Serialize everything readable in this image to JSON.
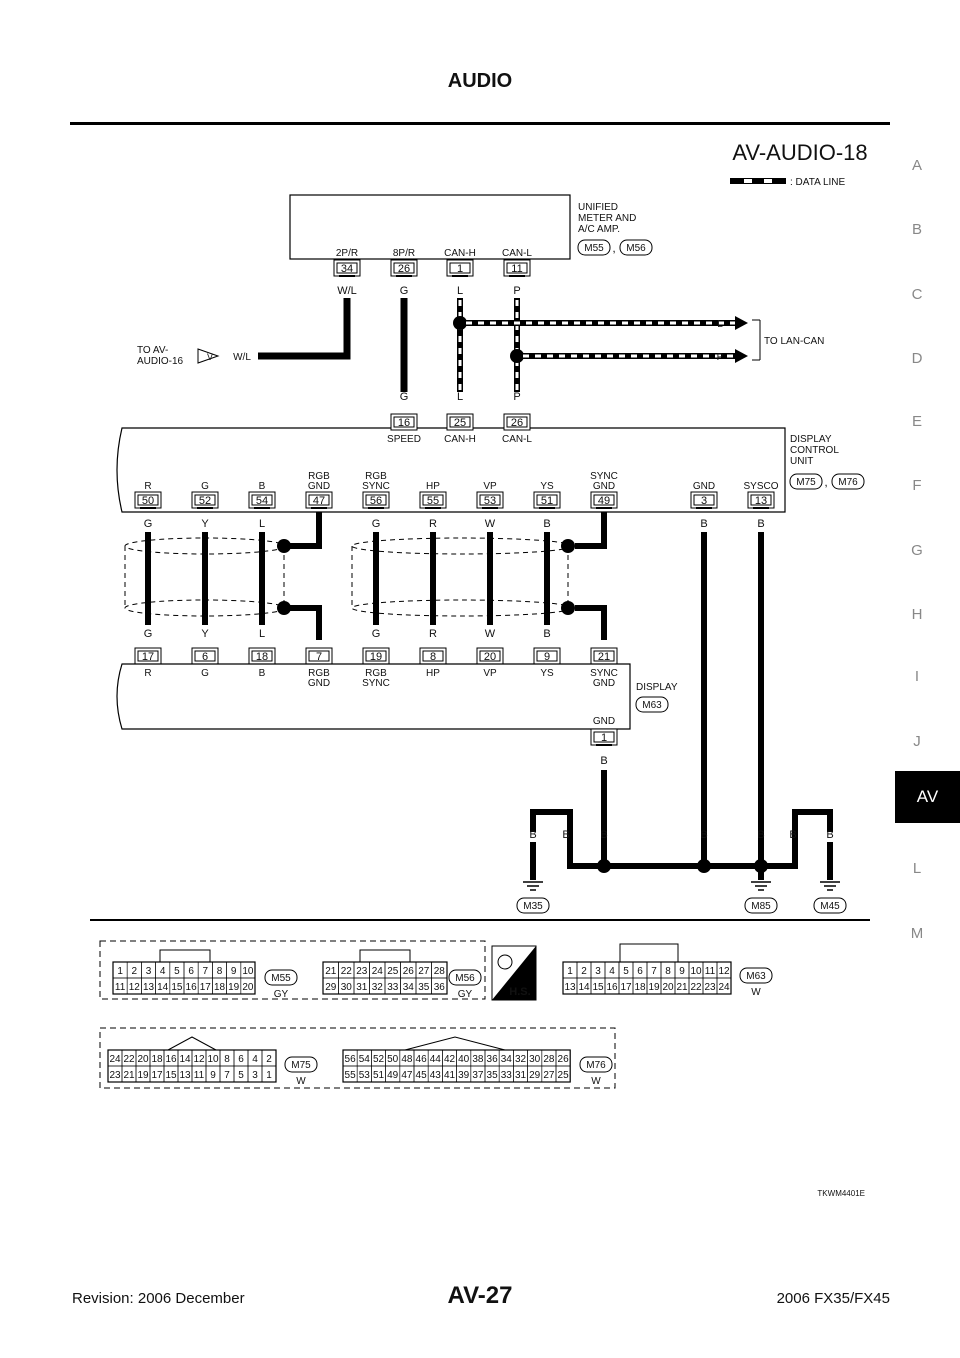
{
  "header": {
    "title": "AUDIO"
  },
  "side_tabs": [
    "A",
    "B",
    "C",
    "D",
    "E",
    "F",
    "G",
    "H",
    "I",
    "J",
    "AV",
    "L",
    "M"
  ],
  "active_tab": "AV",
  "diagram": {
    "title": "AV-AUDIO-18",
    "legend": ": DATA LINE",
    "figure_id": "TKWM4401E",
    "meter": {
      "name": [
        "UNIFIED",
        "METER AND",
        "A/C AMP."
      ],
      "connectors": [
        "M55",
        "M56"
      ],
      "pins": [
        {
          "label": "2P/R",
          "num": "34",
          "wire": "W/L"
        },
        {
          "label": "8P/R",
          "num": "26",
          "wire": "G"
        },
        {
          "label": "CAN-H",
          "num": "1",
          "wire": "L"
        },
        {
          "label": "CAN-L",
          "num": "11",
          "wire": "P"
        }
      ]
    },
    "to_av": {
      "lines": [
        "TO AV-",
        "AUDIO-16"
      ],
      "tag": "V",
      "wire": "W/L"
    },
    "to_lan": {
      "text": "TO LAN-CAN",
      "wires": [
        "L",
        "P"
      ]
    },
    "dcu": {
      "name": [
        "DISPLAY",
        "CONTROL",
        "UNIT"
      ],
      "connectors": [
        "M75",
        "M76"
      ],
      "top_pins": [
        {
          "num": "16",
          "label": "SPEED",
          "wire": "G"
        },
        {
          "num": "25",
          "label": "CAN-H",
          "wire": "L"
        },
        {
          "num": "26",
          "label": "CAN-L",
          "wire": "P"
        }
      ],
      "bottom_pins": [
        {
          "label": [
            "R"
          ],
          "num": "50",
          "wire": "G"
        },
        {
          "label": [
            "G"
          ],
          "num": "52",
          "wire": "Y"
        },
        {
          "label": [
            "B"
          ],
          "num": "54",
          "wire": "L"
        },
        {
          "label": [
            "RGB",
            "GND"
          ],
          "num": "47",
          "wire": ""
        },
        {
          "label": [
            "RGB",
            "SYNC"
          ],
          "num": "56",
          "wire": "G"
        },
        {
          "label": [
            "HP"
          ],
          "num": "55",
          "wire": "R"
        },
        {
          "label": [
            "VP"
          ],
          "num": "53",
          "wire": "W"
        },
        {
          "label": [
            "YS"
          ],
          "num": "51",
          "wire": "B"
        },
        {
          "label": [
            "SYNC",
            "GND"
          ],
          "num": "49",
          "wire": ""
        },
        {
          "label": [
            "GND"
          ],
          "num": "3",
          "wire": "B"
        },
        {
          "label": [
            "SYSCO"
          ],
          "num": "13",
          "wire": "B"
        }
      ]
    },
    "display": {
      "name": "DISPLAY",
      "connector": "M63",
      "top_pins": [
        {
          "wire": "G",
          "num": "17",
          "label": [
            "R"
          ]
        },
        {
          "wire": "Y",
          "num": "6",
          "label": [
            "G"
          ]
        },
        {
          "wire": "L",
          "num": "18",
          "label": [
            "B"
          ]
        },
        {
          "wire": "",
          "num": "7",
          "label": [
            "RGB",
            "GND"
          ]
        },
        {
          "wire": "G",
          "num": "19",
          "label": [
            "RGB",
            "SYNC"
          ]
        },
        {
          "wire": "R",
          "num": "8",
          "label": [
            "HP"
          ]
        },
        {
          "wire": "W",
          "num": "20",
          "label": [
            "VP"
          ]
        },
        {
          "wire": "B",
          "num": "9",
          "label": [
            "YS"
          ]
        },
        {
          "wire": "",
          "num": "21",
          "label": [
            "SYNC",
            "GND"
          ]
        }
      ],
      "gnd": {
        "label": "GND",
        "num": "1",
        "wire": "B"
      }
    },
    "ground_wires": [
      "B",
      "B",
      "B",
      "B",
      "B",
      "B",
      "B"
    ],
    "grounds": [
      "M35",
      "M85",
      "M45"
    ],
    "connector_views": [
      {
        "id": "M55",
        "color": "GY",
        "rows": [
          [
            "1",
            "2",
            "3",
            "4",
            "5",
            "6",
            "7",
            "8",
            "9",
            "10"
          ],
          [
            "11",
            "12",
            "13",
            "14",
            "15",
            "16",
            "17",
            "18",
            "19",
            "20"
          ]
        ]
      },
      {
        "id": "M56",
        "color": "GY",
        "rows": [
          [
            "21",
            "22",
            "23",
            "24",
            "25",
            "26",
            "27",
            "28"
          ],
          [
            "29",
            "30",
            "31",
            "32",
            "33",
            "34",
            "35",
            "36"
          ]
        ]
      },
      {
        "id": "M63",
        "color": "W",
        "rows": [
          [
            "1",
            "2",
            "3",
            "4",
            "5",
            "6",
            "7",
            "8",
            "9",
            "10",
            "11",
            "12"
          ],
          [
            "13",
            "14",
            "15",
            "16",
            "17",
            "18",
            "19",
            "20",
            "21",
            "22",
            "23",
            "24"
          ]
        ]
      },
      {
        "id": "M75",
        "color": "W",
        "rows": [
          [
            "24",
            "22",
            "20",
            "18",
            "16",
            "14",
            "12",
            "10",
            "8",
            "6",
            "4",
            "2"
          ],
          [
            "23",
            "21",
            "19",
            "17",
            "15",
            "13",
            "11",
            "9",
            "7",
            "5",
            "3",
            "1"
          ]
        ]
      },
      {
        "id": "M76",
        "color": "W",
        "rows": [
          [
            "56",
            "54",
            "52",
            "50",
            "48",
            "46",
            "44",
            "42",
            "40",
            "38",
            "36",
            "34",
            "32",
            "30",
            "28",
            "26"
          ],
          [
            "55",
            "53",
            "51",
            "49",
            "47",
            "45",
            "43",
            "41",
            "39",
            "37",
            "35",
            "33",
            "31",
            "29",
            "27",
            "25"
          ]
        ]
      }
    ],
    "hs_label": "H.S."
  },
  "footer": {
    "revision": "Revision: 2006 December",
    "page": "AV-27",
    "model": "2006 FX35/FX45"
  }
}
